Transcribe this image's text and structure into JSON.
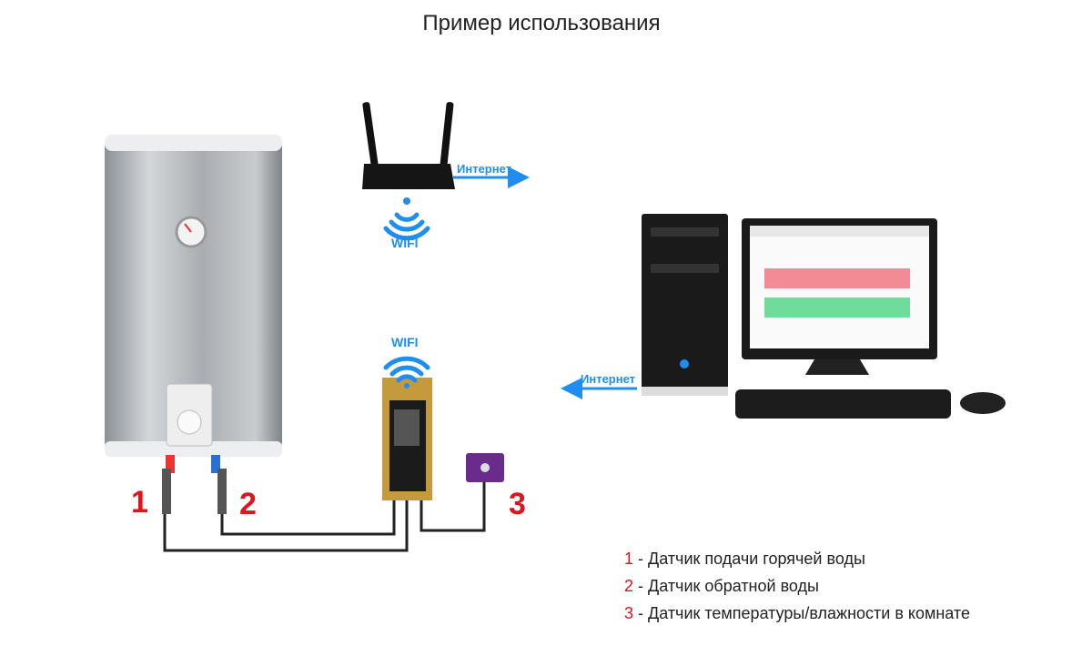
{
  "title": "Пример использования",
  "labels": {
    "internet_router": "Интернет",
    "internet_pc": "Интернет",
    "wifi_router": "WIFI",
    "wifi_board": "WIFI"
  },
  "sensor_numbers": [
    "1",
    "2",
    "3"
  ],
  "legend": [
    {
      "num": "1",
      "text": " - Датчик подачи горячей воды"
    },
    {
      "num": "2",
      "text": " - Датчик обратной воды"
    },
    {
      "num": "3",
      "text": " - Датчик температуры/влажности в комнате"
    }
  ],
  "colors": {
    "accent": "#1e8ff0",
    "number": "#e0141b",
    "wire": "#222222"
  }
}
